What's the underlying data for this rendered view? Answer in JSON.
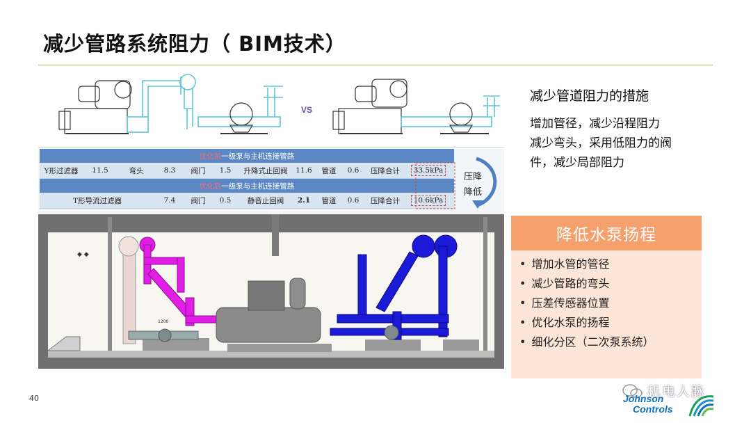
{
  "slide": {
    "title": "减少管路系统阻力（ BIM技术）",
    "page_number": "40"
  },
  "diagram": {
    "vs_label": "VS"
  },
  "table": {
    "before_head_accent": "优化前",
    "before_head_rest": "一级泵与主机连接管路",
    "before_row": [
      "Y形过滤器",
      "11.5",
      "弯头",
      "8.3",
      "阀门",
      "1.5",
      "升降式止回阀",
      "11.6",
      "管道",
      "0.6",
      "压降合计",
      "33.5kPa"
    ],
    "after_head_accent": "优化后",
    "after_head_rest": "一级泵与主机连接管路",
    "after_row": [
      "T形导流过滤器",
      "7.4",
      "阀门",
      "0.5",
      "静音止回阀",
      "2.1",
      "管道",
      "0.6",
      "压降合计",
      "10.6kPa"
    ]
  },
  "arrow_label": [
    "压降",
    "降低"
  ],
  "measures": {
    "title": "减少管道阻力的措施",
    "lines": [
      "增加管径，减少沿程阻力",
      "减少弯头，采用低阻力的阀",
      "件，减少局部阻力"
    ]
  },
  "reduce_head": {
    "title": "降低水泵扬程",
    "items": [
      "增加水管的管径",
      "减少管路的弯头",
      "压差传感器位置",
      "优化水泵的扬程",
      "细化分区（二次泵系统）"
    ]
  },
  "watermark": {
    "text": "机电人脉"
  },
  "logo": {
    "line1": "Johnson",
    "line2": "Controls"
  },
  "colors": {
    "title_rule": "#a8c66c",
    "table_header": "#5b87c5",
    "table_row": "#d9e4f1",
    "accent_orange": "#f6a06d",
    "accent_peach": "#fde6d8",
    "pipe_magenta": "#e11ee6",
    "pipe_blue": "#1a1ad8",
    "logo_blue": "#0e6fb8"
  }
}
